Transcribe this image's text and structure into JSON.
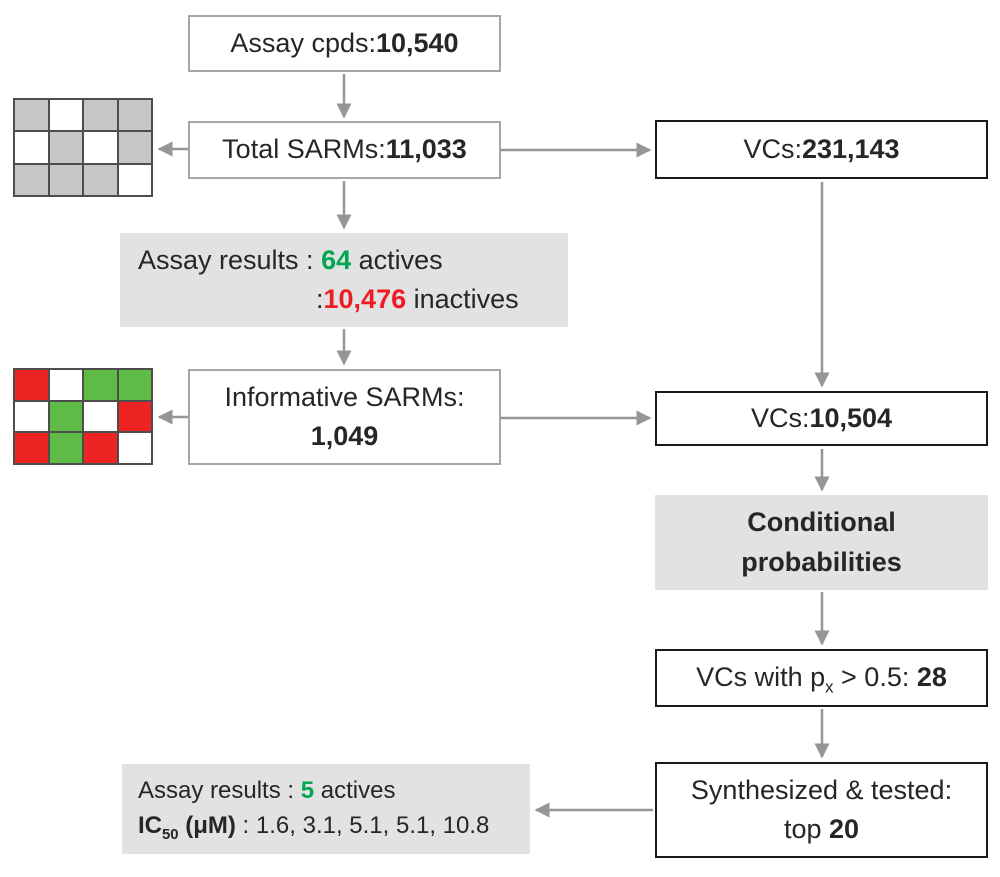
{
  "colors": {
    "green": "#00a651",
    "red": "#ed1c24",
    "grid_green": "#5dbb46",
    "grid_red": "#ee2424",
    "grid_gray": "#c6c6c6",
    "box_fill_gray": "#e2e2e2",
    "border_gray": "#a6a6a6",
    "border_dark": "#1a1a1a",
    "arrow": "#969696",
    "grid_line": "#4d4d4d",
    "text": "#262626"
  },
  "boxes": {
    "assay_cpds": {
      "label": "Assay cpds: ",
      "value": "10,540"
    },
    "total_sarms": {
      "label": "Total SARMs: ",
      "value": "11,033"
    },
    "vcs_total": {
      "label": "VCs: ",
      "value": "231,143"
    },
    "assay_results_screen": {
      "prefix": "Assay results : ",
      "actives": "64",
      "actives_suffix": " actives",
      "inactives_prefix": ":",
      "inactives": "10,476",
      "inactives_suffix": " inactives"
    },
    "informative_sarms": {
      "label": "Informative SARMs:",
      "value": "1,049"
    },
    "vcs_informative": {
      "label": "VCs: ",
      "value": "10,504"
    },
    "conditional_probabilities": {
      "line1": "Conditional",
      "line2": "probabilities"
    },
    "vcs_threshold": {
      "prefix": "VCs with p",
      "subscript": "x",
      "middle": " > 0.5: ",
      "value": "28"
    },
    "synthesized": {
      "line1": "Synthesized & tested:",
      "line2_prefix": "top ",
      "value": "20"
    },
    "assay_results_final": {
      "prefix": "Assay results : ",
      "actives": "5",
      "actives_suffix": " actives",
      "ic50_main": "IC",
      "ic50_sub": "50",
      "ic50_unit": " (μM)",
      "separator": " : ",
      "values": "1.6, 3.1, 5.1, 5.1, 10.8"
    }
  },
  "grids": {
    "sarm_matrix_top": {
      "rows": [
        [
          "gray",
          "white",
          "gray",
          "gray"
        ],
        [
          "white",
          "gray",
          "white",
          "gray"
        ],
        [
          "gray",
          "gray",
          "gray",
          "white"
        ]
      ]
    },
    "sarm_matrix_informative": {
      "rows": [
        [
          "red",
          "white",
          "green",
          "green"
        ],
        [
          "white",
          "green",
          "white",
          "red"
        ],
        [
          "red",
          "green",
          "red",
          "white"
        ]
      ]
    }
  }
}
